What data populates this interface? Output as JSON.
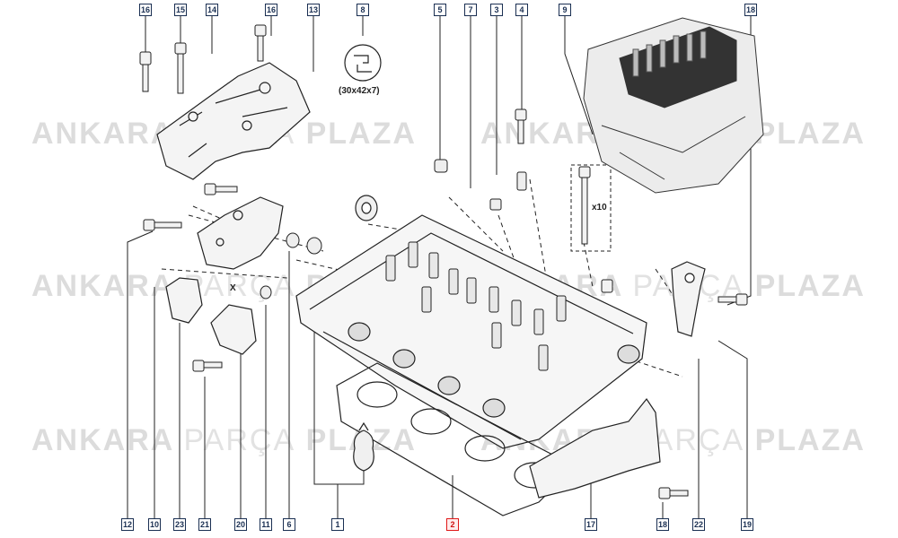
{
  "watermark": {
    "word1": "ANKARA",
    "word2": "PARÇA",
    "word3": "PLAZA"
  },
  "seal_size_label": "(30x42x7)",
  "bolt_qty_label": "x10",
  "point_marker": "X",
  "callouts_top": [
    "16",
    "15",
    "14",
    "16",
    "13",
    "8",
    "5",
    "7",
    "3",
    "4",
    "9",
    "18"
  ],
  "callouts_bottom": [
    "12",
    "10",
    "23",
    "21",
    "20",
    "11",
    "6",
    "1",
    "2",
    "17",
    "18",
    "22",
    "19"
  ],
  "highlight_callout": "2",
  "colors": {
    "callout_border": "#1a2f52",
    "highlight": "#e01818",
    "watermark": "#dcdcdc",
    "line": "#222222"
  }
}
